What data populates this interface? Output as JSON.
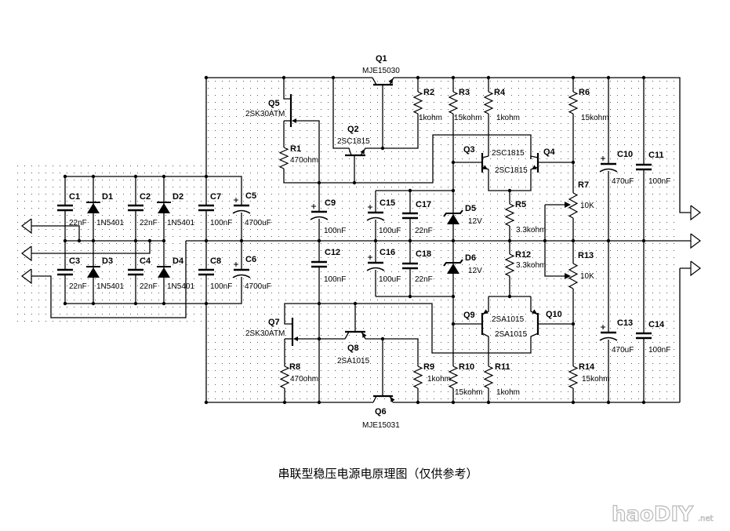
{
  "title": "串联型稳压电源电原理图（仅供参考）",
  "watermark": {
    "brand": "haoDIY",
    "suffix": ".net"
  },
  "parts": {
    "C1": {
      "ref": "C1",
      "value": "22nF"
    },
    "C2": {
      "ref": "C2",
      "value": "22nF"
    },
    "C3": {
      "ref": "C3",
      "value": "22nF"
    },
    "C4": {
      "ref": "C4",
      "value": "22nF"
    },
    "C5": {
      "ref": "C5",
      "value": "4700uF"
    },
    "C6": {
      "ref": "C6",
      "value": "4700uF"
    },
    "C7": {
      "ref": "C7",
      "value": "100nF"
    },
    "C8": {
      "ref": "C8",
      "value": "100nF"
    },
    "C9": {
      "ref": "C9",
      "value": "100nF"
    },
    "C10": {
      "ref": "C10",
      "value": "470uF"
    },
    "C11": {
      "ref": "C11",
      "value": "100nF"
    },
    "C12": {
      "ref": "C12",
      "value": "100nF"
    },
    "C13": {
      "ref": "C13",
      "value": "470uF"
    },
    "C14": {
      "ref": "C14",
      "value": "100nF"
    },
    "C15": {
      "ref": "C15",
      "value": "100uF"
    },
    "C16": {
      "ref": "C16",
      "value": "100uF"
    },
    "C17": {
      "ref": "C17",
      "value": "22nF"
    },
    "C18": {
      "ref": "C18",
      "value": "22nF"
    },
    "D1": {
      "ref": "D1",
      "value": "1N5401"
    },
    "D2": {
      "ref": "D2",
      "value": "1N5401"
    },
    "D3": {
      "ref": "D3",
      "value": "1N5401"
    },
    "D4": {
      "ref": "D4",
      "value": "1N5401"
    },
    "D5": {
      "ref": "D5",
      "value": "12V"
    },
    "D6": {
      "ref": "D6",
      "value": "12V"
    },
    "R1": {
      "ref": "R1",
      "value": "470ohm"
    },
    "R2": {
      "ref": "R2",
      "value": "1kohm"
    },
    "R3": {
      "ref": "R3",
      "value": "15kohm"
    },
    "R4": {
      "ref": "R4",
      "value": "1kohm"
    },
    "R5": {
      "ref": "R5",
      "value": "3.3kohm"
    },
    "R6": {
      "ref": "R6",
      "value": "15kohm"
    },
    "R7": {
      "ref": "R7",
      "value": "10K"
    },
    "R8": {
      "ref": "R8",
      "value": "470ohm"
    },
    "R9": {
      "ref": "R9",
      "value": "1kohm"
    },
    "R10": {
      "ref": "R10",
      "value": "15kohm"
    },
    "R11": {
      "ref": "R11",
      "value": "1kohm"
    },
    "R12": {
      "ref": "R12",
      "value": "3.3kohm"
    },
    "R13": {
      "ref": "R13",
      "value": "10K"
    },
    "R14": {
      "ref": "R14",
      "value": "15kohm"
    },
    "Q1": {
      "ref": "Q1",
      "value": "MJE15030"
    },
    "Q2": {
      "ref": "Q2",
      "value": "2SC1815"
    },
    "Q3": {
      "ref": "Q3",
      "value": "2SC1815"
    },
    "Q4": {
      "ref": "Q4",
      "value": "2SC1815"
    },
    "Q5": {
      "ref": "Q5",
      "value": "2SK30ATM"
    },
    "Q6": {
      "ref": "Q6",
      "value": "MJE15031"
    },
    "Q7": {
      "ref": "Q7",
      "value": "2SK30ATM"
    },
    "Q8": {
      "ref": "Q8",
      "value": "2SA1015"
    },
    "Q9": {
      "ref": "Q9",
      "value": "2SA1015"
    },
    "Q10": {
      "ref": "Q10",
      "value": "2SA1015"
    }
  }
}
